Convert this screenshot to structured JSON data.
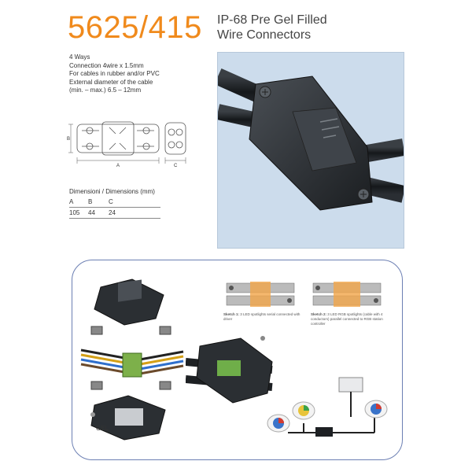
{
  "header": {
    "code": "5625/415",
    "title_line1": "IP-68 Pre Gel Filled",
    "title_line2": "Wire Connectors",
    "accent_color": "#f08a1c"
  },
  "specs": [
    "4 Ways",
    "Connection 4wire x 1.5mm",
    "For cables in rubber and/or PVC",
    "External diameter of the cable",
    "(min. – max.) 6.5 – 12mm"
  ],
  "drawing": {
    "label_a": "A",
    "label_b": "B",
    "label_c": "C"
  },
  "dimensions": {
    "title": "Dimensioni / Dimensions (mm)",
    "headers": [
      "A",
      "B",
      "C"
    ],
    "values": [
      "105",
      "44",
      "24"
    ]
  },
  "sketches": {
    "s1_title": "Sketch 1:",
    "s1_text": "3 LED spotlights serial connected with driver",
    "s2_title": "Sketch 2:",
    "s2_text": "3 LED RGB spotlights (cable with 4 conductors) parallel connected to RGB station controller"
  },
  "gel_label": "GEL",
  "colors": {
    "panel_border": "#6c7fb3",
    "photo_bg": "#ccdcec"
  }
}
